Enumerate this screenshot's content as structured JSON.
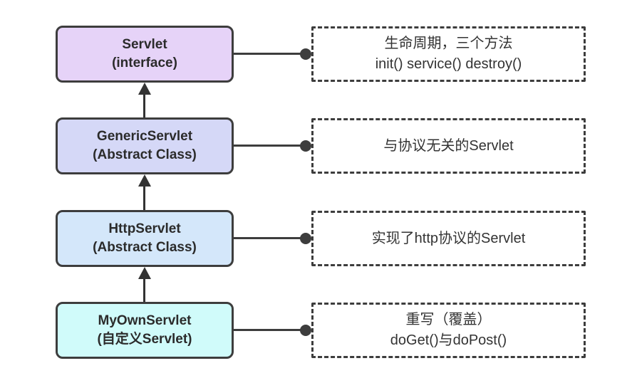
{
  "diagram": {
    "description": "Servlet inheritance hierarchy",
    "colors": {
      "border": "#3d3d3d",
      "arrow": "#333333",
      "label_text": "#2b2b2b",
      "note_text": "#333333",
      "servlet_fill": "#e6d3f8",
      "generic_servlet_fill": "#d5d8f7",
      "http_servlet_fill": "#d4e7fa",
      "my_own_servlet_fill": "#d0fbfa"
    },
    "nodes": [
      {
        "title": "Servlet",
        "subtitle": "(interface)",
        "fill": "#e6d3f8",
        "note_line1": "生命周期，三个方法",
        "note_line2": "init() service() destroy()"
      },
      {
        "title": "GenericServlet",
        "subtitle": "(Abstract Class)",
        "fill": "#d5d8f7",
        "note_line1": "与协议无关的Servlet",
        "note_line2": ""
      },
      {
        "title": "HttpServlet",
        "subtitle": "(Abstract Class)",
        "fill": "#d4e7fa",
        "note_line1": "实现了http协议的Servlet",
        "note_line2": ""
      },
      {
        "title": "MyOwnServlet",
        "subtitle": "(自定义Servlet)",
        "fill": "#d0fbfa",
        "note_line1": "重写（覆盖）",
        "note_line2": "doGet()与doPost()"
      }
    ]
  }
}
